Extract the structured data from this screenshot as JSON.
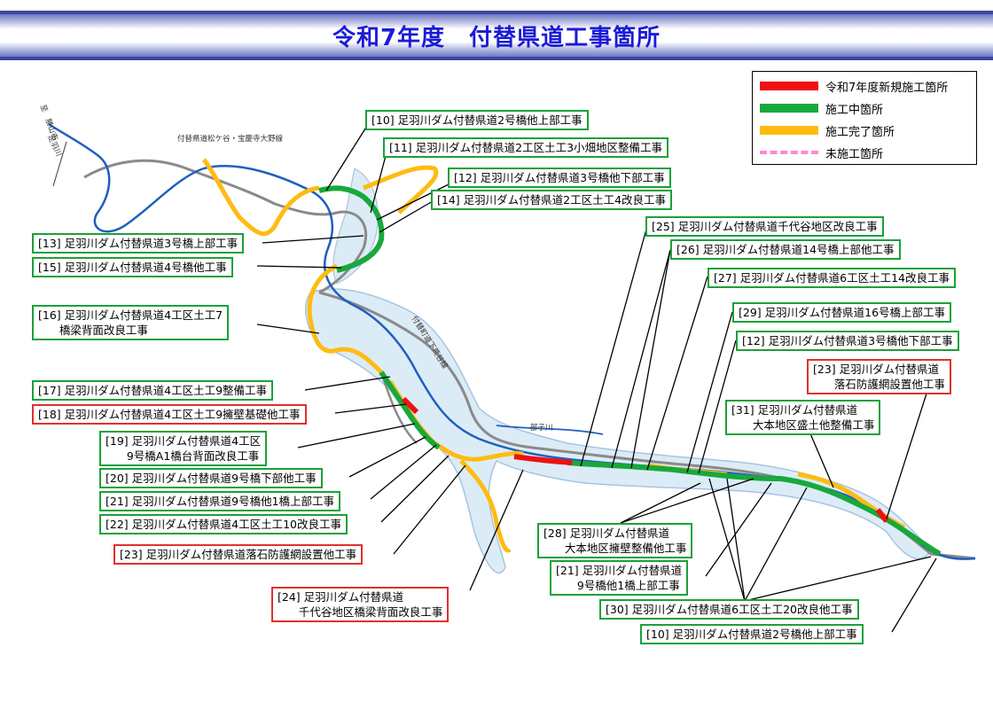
{
  "header": {
    "title": "令和7年度　付替県道工事箇所"
  },
  "legend": {
    "items": [
      {
        "label": "令和7年度新規施工箇所",
        "color": "#ee1111"
      },
      {
        "label": "施工中箇所",
        "color": "#18a83c"
      },
      {
        "label": "施工完了箇所",
        "color": "#ffbb11"
      },
      {
        "label": "未施工箇所",
        "color": "#ff88cc"
      }
    ]
  },
  "map_labels": {
    "to_katsuyama": "至　勝山市",
    "asuwa_river": "足羽川",
    "route_matsugadani": "付替県道松ケ谷・宝慶寺大野線",
    "route_shimotako": "付替町道下荒谷線",
    "bushi_river": "部子川"
  },
  "callouts": [
    {
      "text": "[10] 足羽川ダム付替県道2号橋他上部工事",
      "style": "green"
    },
    {
      "text": "[11] 足羽川ダム付替県道2工区土工3小畑地区整備工事",
      "style": "green"
    },
    {
      "text": "[12] 足羽川ダム付替県道3号橋他下部工事",
      "style": "green"
    },
    {
      "text": "[14] 足羽川ダム付替県道2工区土工4改良工事",
      "style": "green"
    },
    {
      "text": "[13] 足羽川ダム付替県道3号橋上部工事",
      "style": "green"
    },
    {
      "text": "[15] 足羽川ダム付替県道4号橋他工事",
      "style": "green"
    },
    {
      "text": "[16] 足羽川ダム付替県道4工区土工7\n      橋梁背面改良工事",
      "style": "green"
    },
    {
      "text": "[17] 足羽川ダム付替県道4工区土工9整備工事",
      "style": "green"
    },
    {
      "text": "[18] 足羽川ダム付替県道4工区土工9擁壁基礎他工事",
      "style": "red"
    },
    {
      "text": "[19] 足羽川ダム付替県道4工区\n      9号橋A1橋台背面改良工事",
      "style": "green"
    },
    {
      "text": "[20] 足羽川ダム付替県道9号橋下部他工事",
      "style": "green"
    },
    {
      "text": "[21] 足羽川ダム付替県道9号橋他1橋上部工事",
      "style": "green"
    },
    {
      "text": "[22] 足羽川ダム付替県道4工区土工10改良工事",
      "style": "green"
    },
    {
      "text": "[23] 足羽川ダム付替県道落石防護網設置他工事",
      "style": "red"
    },
    {
      "text": "[24] 足羽川ダム付替県道\n      千代谷地区橋梁背面改良工事",
      "style": "red"
    },
    {
      "text": "[25] 足羽川ダム付替県道千代谷地区改良工事",
      "style": "green"
    },
    {
      "text": "[26] 足羽川ダム付替県道14号橋上部他工事",
      "style": "green"
    },
    {
      "text": "[27] 足羽川ダム付替県道6工区土工14改良工事",
      "style": "green"
    },
    {
      "text": "[29] 足羽川ダム付替県道16号橋上部工事",
      "style": "green"
    },
    {
      "text": "[12] 足羽川ダム付替県道3号橋他下部工事",
      "style": "green"
    },
    {
      "text": "[23] 足羽川ダム付替県道\n      落石防護網設置他工事",
      "style": "red"
    },
    {
      "text": "[31] 足羽川ダム付替県道\n      大本地区盛土他整備工事",
      "style": "green"
    },
    {
      "text": "[28] 足羽川ダム付替県道\n      大本地区擁壁整備他工事",
      "style": "green"
    },
    {
      "text": "[21] 足羽川ダム付替県道\n      9号橋他1橋上部工事",
      "style": "green"
    },
    {
      "text": "[30] 足羽川ダム付替県道6工区土工20改良他工事",
      "style": "green"
    },
    {
      "text": "[10] 足羽川ダム付替県道2号橋他上部工事",
      "style": "green"
    }
  ]
}
